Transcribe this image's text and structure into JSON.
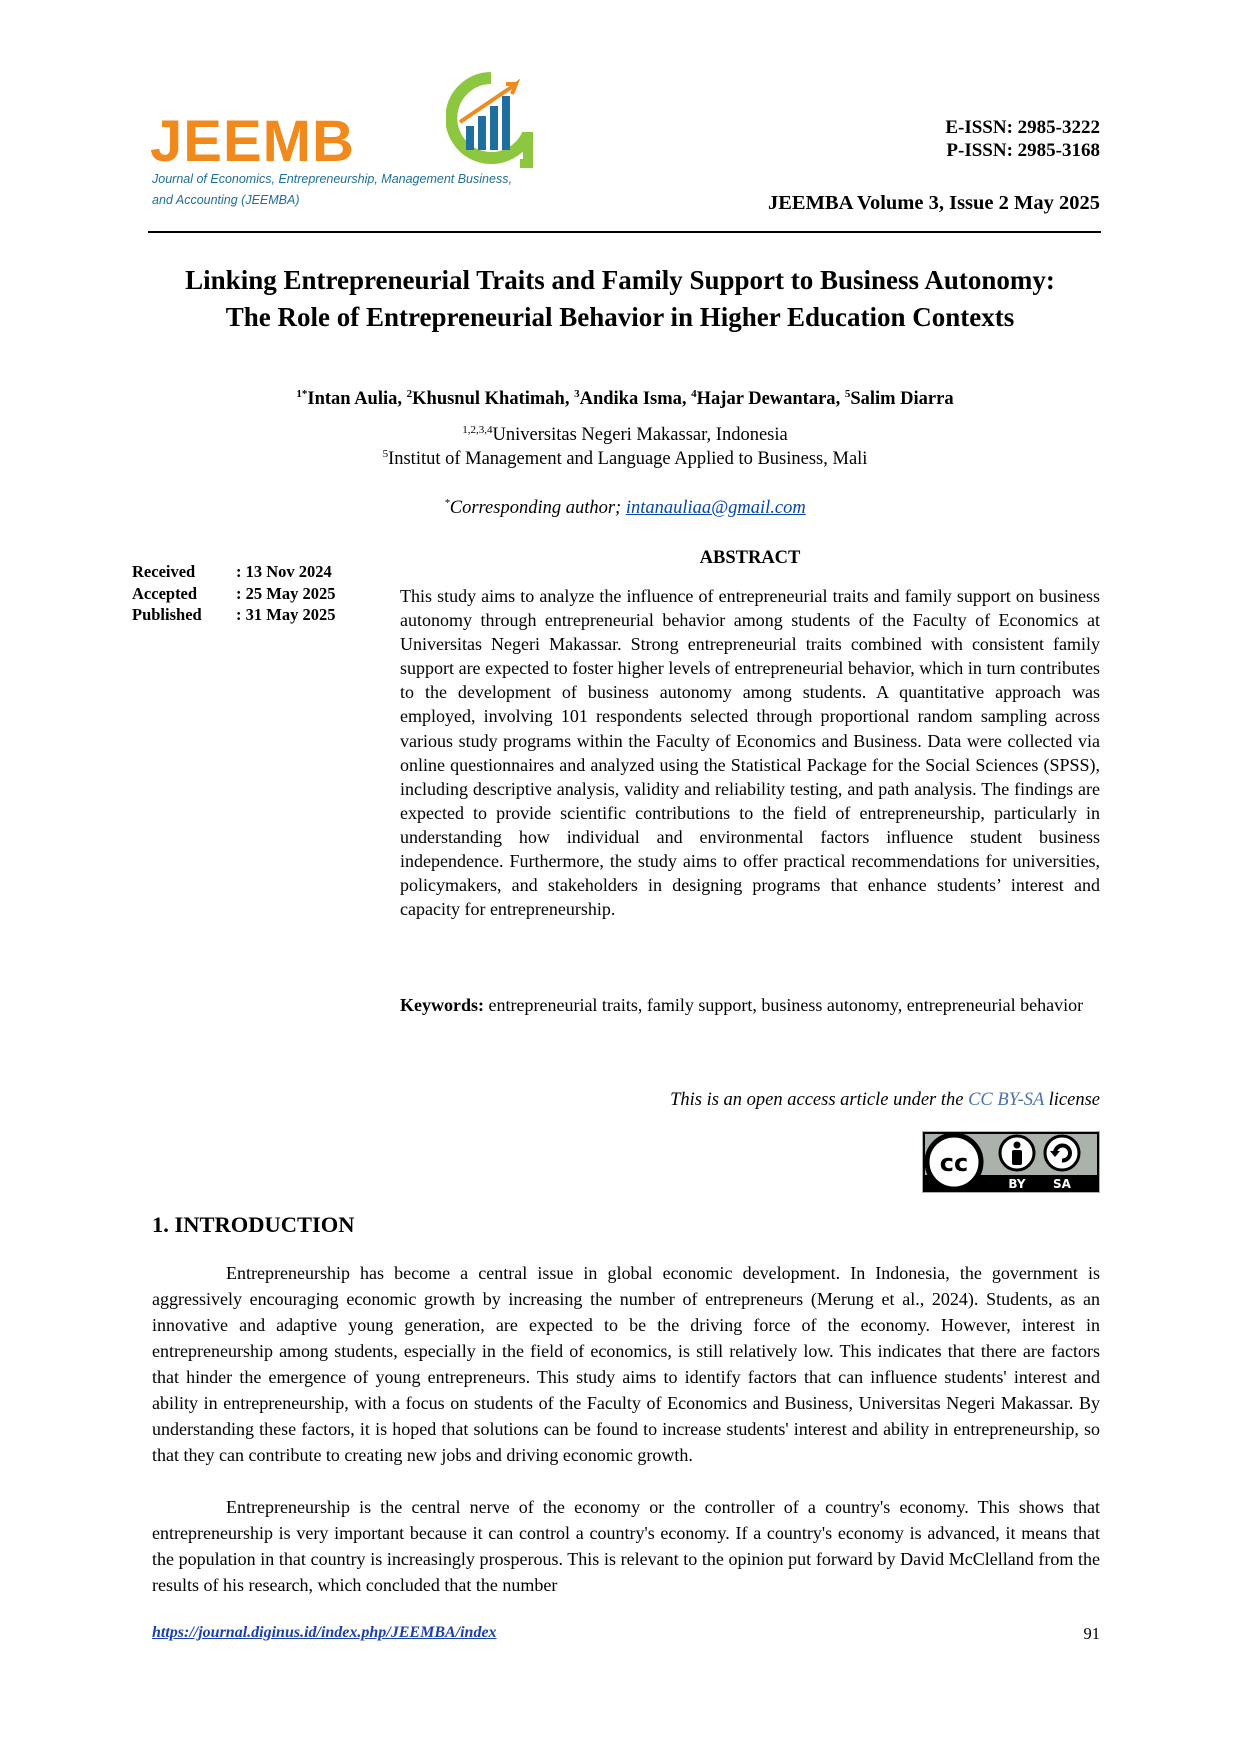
{
  "header": {
    "logo": {
      "wordmark": "JEEMB",
      "subtitle_line1": "Journal of Economics, Entrepreneurship, Management Business,",
      "subtitle_line2": "and Accounting (JEEMBA)"
    },
    "e_issn": "E-ISSN: 2985-3222",
    "p_issn": "P-ISSN: 2985-3168",
    "journal_issue": "JEEMBA Volume 3, Issue 2 May 2025"
  },
  "article": {
    "title": "Linking Entrepreneurial Traits and Family Support to Business Autonomy: The Role of Entrepreneurial Behavior in Higher Education Contexts",
    "authors": [
      {
        "sup": "1*",
        "name": "Intan Aulia"
      },
      {
        "sup": "2",
        "name": "Khusnul Khatimah"
      },
      {
        "sup": "3",
        "name": "Andika Isma"
      },
      {
        "sup": "4",
        "name": "Hajar Dewantara"
      },
      {
        "sup": "5",
        "name": "Salim Diarra"
      }
    ],
    "affiliations": [
      {
        "sup": "1,2,3,4",
        "text": "Universitas Negeri Makassar, Indonesia"
      },
      {
        "sup": "5",
        "text": "Institut of Management and Language Applied to Business, Mali"
      }
    ],
    "corresponding": {
      "sup": "*",
      "label": "Corresponding author; ",
      "email": "intanauliaa@gmail.com"
    }
  },
  "dates": [
    {
      "label": "Received",
      "value": ": 13 Nov 2024"
    },
    {
      "label": "Accepted",
      "value": ": 25 May 2025"
    },
    {
      "label": "Published",
      "value": ": 31 May 2025"
    }
  ],
  "abstract": {
    "heading": "ABSTRACT",
    "text": "This study aims to analyze the influence of entrepreneurial traits and family support on business autonomy through entrepreneurial behavior among students of the Faculty of Economics at Universitas Negeri Makassar. Strong entrepreneurial traits combined with consistent family support are expected to foster higher levels of entrepreneurial behavior, which in turn contributes to the development of business autonomy among students. A quantitative approach was employed, involving 101 respondents selected through proportional random sampling across various study programs within the Faculty of Economics and Business. Data were collected via online questionnaires and analyzed using the Statistical Package for the Social Sciences (SPSS), including descriptive analysis, validity and reliability testing, and path analysis. The findings are expected to provide scientific contributions to the field of entrepreneurship, particularly in understanding how individual and environmental factors influence student business independence. Furthermore, the study aims to offer practical recommendations for universities, policymakers, and stakeholders in designing programs that enhance students’ interest and capacity for entrepreneurship.",
    "keywords_label": "Keywords:",
    "keywords": " entrepreneurial traits, family support, business autonomy, entrepreneurial behavior"
  },
  "license": {
    "prefix": "This is an open access article under the ",
    "link_text": "CC BY-SA",
    "suffix": " license",
    "badge_by": "BY",
    "badge_sa": "SA"
  },
  "introduction": {
    "heading": "1.  INTRODUCTION",
    "paragraphs": [
      "Entrepreneurship has become a central issue in global economic development. In Indonesia, the government is aggressively encouraging economic growth by increasing the number of entrepreneurs (Merung et al., 2024). Students, as an innovative and adaptive young generation, are expected to be the driving force of the economy. However, interest in entrepreneurship among students, especially in the field of economics, is still relatively low. This indicates that there are factors that hinder the emergence of young entrepreneurs. This study aims to identify factors that can influence students' interest and ability in entrepreneurship, with a focus on students of the Faculty of Economics and Business, Universitas Negeri Makassar. By understanding these factors, it is hoped that solutions can be found to increase students' interest and ability in entrepreneurship, so that they can contribute to creating new jobs and driving economic growth.",
      "Entrepreneurship is the central nerve of the economy or the controller of a country's economy. This shows that entrepreneurship is very important because it can control a country's economy. If a country's economy is advanced, it means that the population in that country is increasingly prosperous. This is relevant to the opinion put forward by David McClelland from the results of his research, which concluded that the number"
    ]
  },
  "footer": {
    "url": "https://journal.diginus.id/index.php/JEEMBA/index",
    "page": "91"
  },
  "colors": {
    "logo_orange": "#f08a1c",
    "logo_green": "#8dc63f",
    "logo_blue": "#1e6e9e",
    "link_blue": "#0645ad"
  }
}
